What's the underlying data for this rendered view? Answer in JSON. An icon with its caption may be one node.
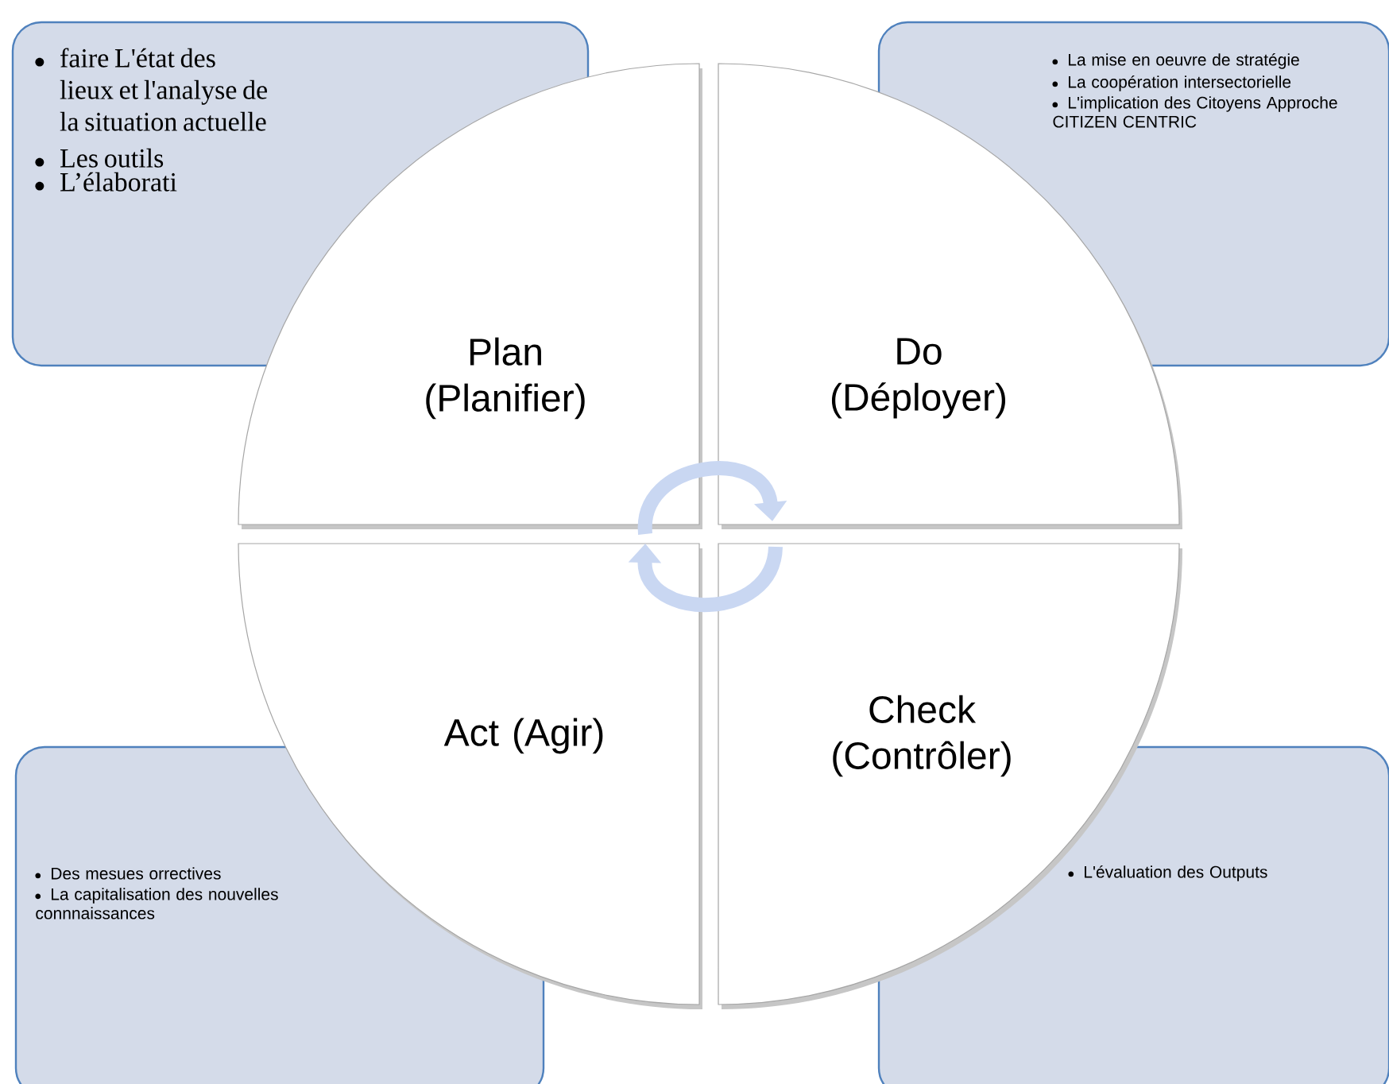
{
  "diagram": {
    "nodes": [
      {
        "text": [
          "faire L'état des lieux et l'analyse de la situation actuelle",
          "Les outils",
          "L’élaborati"
        ]
      },
      {
        "text": [
          "La mise en  oeuvre de stratégie",
          "La coopération intersectorielle",
          "L'implication des Citoyens Approche CITIZEN CENTRIC"
        ]
      },
      {
        "text": [
          "Des mesues orrectives",
          "La capitalisation des nouvelles connnaissances"
        ]
      },
      {
        "text": [
          "L'évaluation des Outputs"
        ]
      },
      {
        "text": [
          "Plan (Planifier)"
        ]
      },
      {
        "text": [
          "Do (Déployer)"
        ]
      },
      {
        "text": [
          "Act (Agir)"
        ]
      },
      {
        "text": [
          "Check (Contrôler)"
        ]
      }
    ],
    "edges": [
      {
        "from": 4,
        "to": 5,
        "arrow": "to"
      },
      {
        "from": 7,
        "to": 6,
        "arrow": "to"
      }
    ]
  }
}
